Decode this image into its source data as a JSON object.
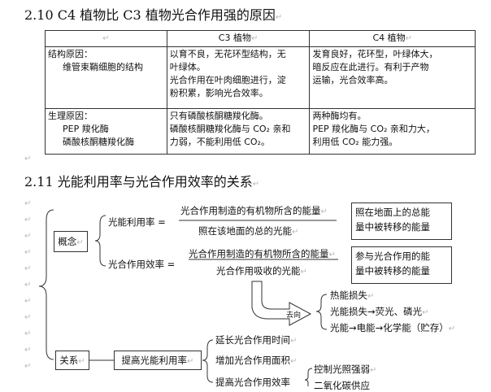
{
  "section1": {
    "title": "2.10 C4 植物比 C3 植物光合作用强的原因",
    "table": {
      "headers": [
        "",
        "C3 植物",
        "C4 植物"
      ],
      "rows": [
        {
          "label": [
            "结构原因：",
            "维管束鞘细胞的结构"
          ],
          "c3": [
            "以育不良，无花环型结构，无",
            "叶绿体。",
            "光合作用在叶肉细胞进行，淀",
            "粉积累，影响光合效率。"
          ],
          "c4": [
            "发育良好，花环型，叶绿体大，",
            "暗反应在此进行。有利于产物",
            "运输，光合效率高。"
          ]
        },
        {
          "label": [
            "生理原因：",
            "PEP 羧化酶",
            "磷酸核酮糖羧化酶"
          ],
          "c3": [
            "只有磷酸核酮糖羧化酶。",
            "磷酸核酮糖羧化酶与 CO₂ 亲和",
            "力弱，不能利用低 CO₂。"
          ],
          "c4": [
            "两种酶均有。",
            "PEP 羧化酶与 CO₂ 亲和力大，",
            "利用低 CO₂ 能力强。"
          ]
        }
      ]
    }
  },
  "section2": {
    "title": "2.11 光能利用率与光合作用效率的关系",
    "concept": {
      "label": "概念",
      "item1": {
        "label": "光能利用率 =",
        "numerator": "光合作用制造的有机物所含的能量",
        "denominator": "照在该地面的总的光能",
        "note": [
          "照在地面上的总能",
          "量中被转移的能量"
        ]
      },
      "item2": {
        "label": "光合作用效率 =",
        "numerator": "光合作用制造的有机物所含的能量",
        "denominator": "光合作用吸收的光能",
        "note": [
          "参与光合作用的能",
          "量中被转移的能量"
        ]
      },
      "arrow_label": "去向",
      "fates": [
        "热能损失",
        "光能损失→荧光、磷光",
        "光能→电能→化学能（贮存）"
      ]
    },
    "relation": {
      "label": "关系",
      "middle": "提高光能利用率",
      "items": [
        "延长光合作用时间",
        "增加光合作用面积",
        "提高光合作用效率"
      ],
      "sub_items": [
        "控制光照强弱",
        "二氧化碳供应"
      ]
    }
  },
  "marks": {
    "return": "↵",
    "row_end": "↵"
  }
}
